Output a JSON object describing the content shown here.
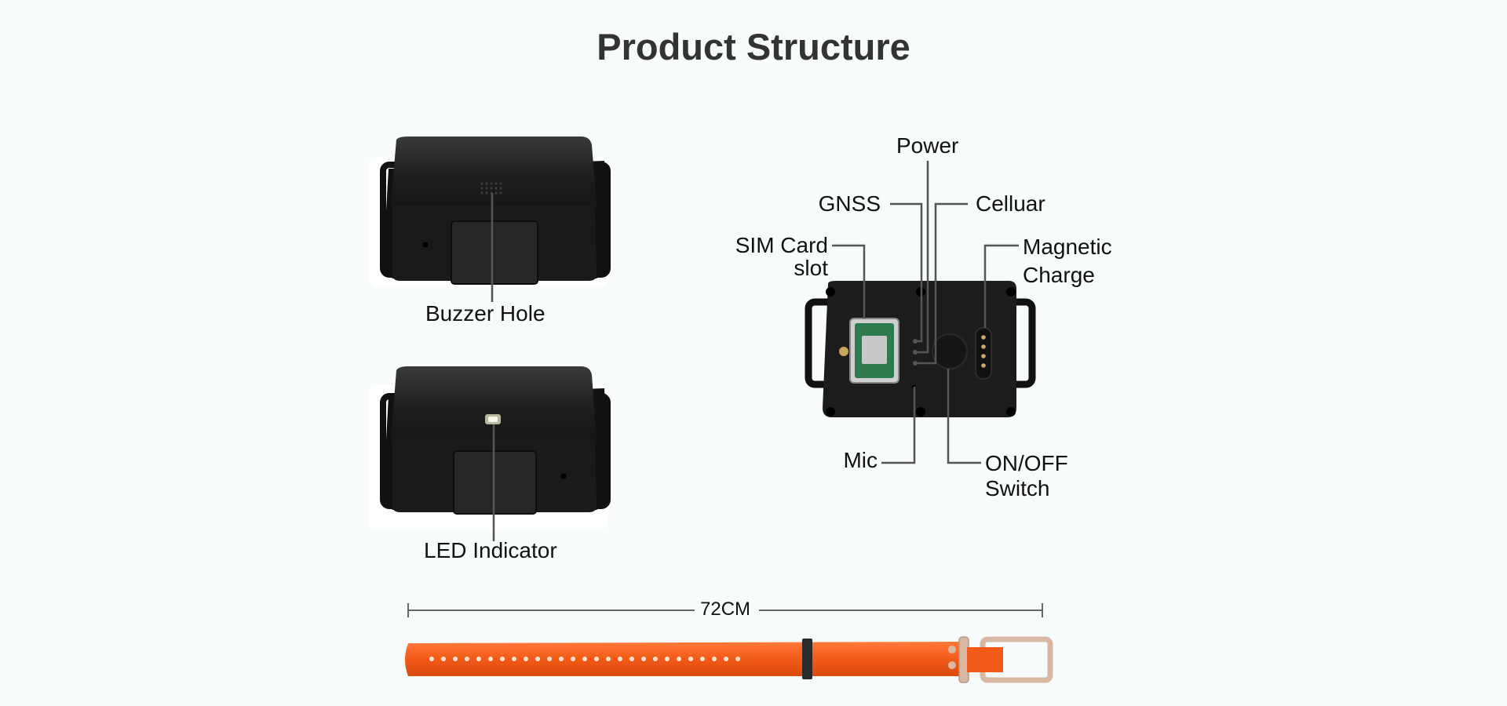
{
  "title": "Product Structure",
  "labels": {
    "buzzer_hole": "Buzzer Hole",
    "led_indicator": "LED Indicator",
    "power": "Power",
    "gnss": "GNSS",
    "celluar": "Celluar",
    "sim_card_line1": "SIM Card",
    "sim_card_line2": "slot",
    "magnetic_line1": "Magnetic",
    "magnetic_line2": "Charge",
    "mic": "Mic",
    "onoff_line1": "ON/OFF",
    "onoff_line2": "Switch"
  },
  "dimension": {
    "length": "72CM"
  },
  "colors": {
    "device": "#1f1f1f",
    "strap": "#f05a1a",
    "buckle": "#d9b8a3",
    "callout_line": "#555555"
  }
}
